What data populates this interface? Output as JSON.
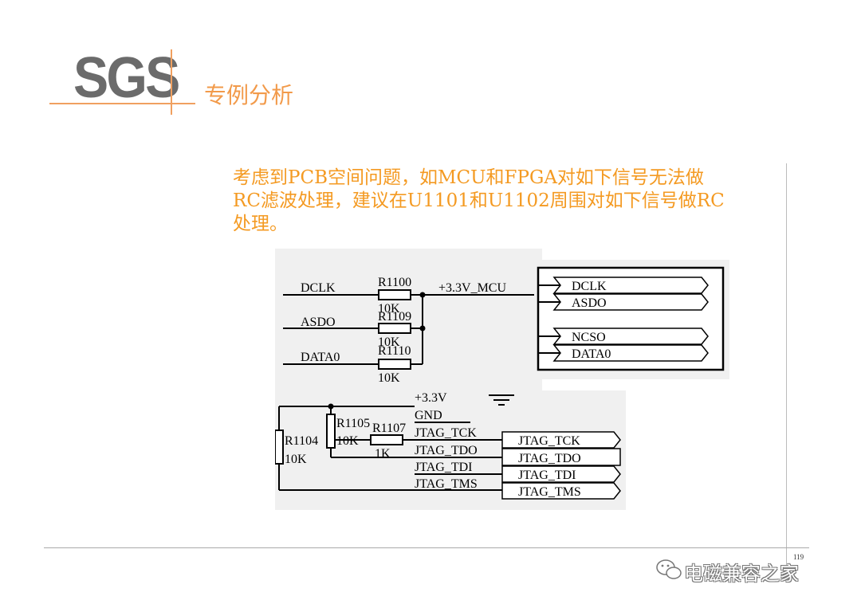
{
  "logo": {
    "text": "SGS"
  },
  "header": {
    "title": "专例分析"
  },
  "body": {
    "lines": [
      "考虑到PCB空间问题，如MCU和FPGA对如下信号无法做",
      "RC滤波处理，建议在U1101和U1102周围对如下信号做RC",
      "处理。"
    ]
  },
  "schematic1": {
    "signals": [
      "DCLK",
      "ASDO",
      "DATA0"
    ],
    "resistors": [
      {
        "ref": "R1100",
        "value": "10K"
      },
      {
        "ref": "R1109",
        "value": "10K"
      },
      {
        "ref": "R1110",
        "value": "10K"
      }
    ],
    "rail": "+3.3V_MCU",
    "ports": [
      "DCLK",
      "ASDO",
      "NCSO",
      "DATA0"
    ]
  },
  "schematic2": {
    "rails": [
      "+3.3V",
      "GND"
    ],
    "nets": [
      "JTAG_TCK",
      "JTAG_TDO",
      "JTAG_TDI",
      "JTAG_TMS"
    ],
    "resistors": [
      {
        "ref": "R1104",
        "value": "10K"
      },
      {
        "ref": "R1105",
        "value": "10K"
      },
      {
        "ref": "R1107",
        "value": "1K"
      }
    ],
    "ports": [
      "JTAG_TCK",
      "JTAG_TDO",
      "JTAG_TDI",
      "JTAG_TMS"
    ]
  },
  "footer": {
    "page_number": "119",
    "watermark": "电磁兼容之家"
  },
  "colors": {
    "accent": "#f49a22",
    "logo_gray": "#6b6b6b",
    "logo_line": "#f0a060"
  }
}
